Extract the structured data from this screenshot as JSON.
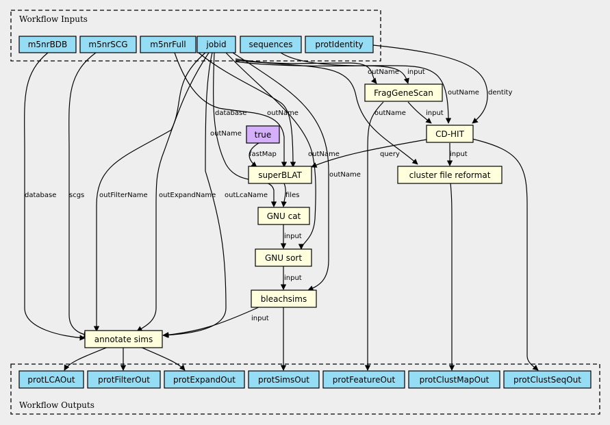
{
  "colors": {
    "background": "#eeeeee",
    "io_fill": "#94ddf4",
    "step_fill": "#ffffdd",
    "constant_fill": "#d5aefc"
  },
  "clusters": {
    "inputs": "Workflow Inputs",
    "outputs": "Workflow Outputs"
  },
  "nodes": {
    "in_m5nrBDB": "m5nrBDB",
    "in_m5nrSCG": "m5nrSCG",
    "in_m5nrFull": "m5nrFull",
    "in_jobid": "jobid",
    "in_sequences": "sequences",
    "in_protIdentity": "protIdentity",
    "fraggenescan": "FragGeneScan",
    "cdhit": "CD-HIT",
    "const_true": "true",
    "superblat": "superBLAT",
    "clusterreformat": "cluster file reformat",
    "gnucat": "GNU cat",
    "gnusort": "GNU sort",
    "bleachsims": "bleachsims",
    "annotatesims": "annotate sims",
    "out_protLCAOut": "protLCAOut",
    "out_protFilterOut": "protFilterOut",
    "out_protExpandOut": "protExpandOut",
    "out_protSimsOut": "protSimsOut",
    "out_protFeatureOut": "protFeatureOut",
    "out_protClustMapOut": "protClustMapOut",
    "out_protClustSeqOut": "protClustSeqOut"
  },
  "edge_labels": {
    "database1": "database",
    "scgs": "scgs",
    "outFilterName": "outFilterName",
    "outExpandName": "outExpandName",
    "outLcaName": "outLcaName",
    "database2": "database",
    "outName_superblat": "outName",
    "outName_gnucat": "outName",
    "outName_gnusort": "outName",
    "outName_bleach": "outName",
    "outName_fgs": "outName",
    "input_fgs": "input",
    "outName_cdhit": "outName",
    "identity_cdhit": "dentity",
    "outName_cfr": "outName",
    "input_cdhit": "input",
    "fastMap": "fastMap",
    "query": "query",
    "input_cfr": "input",
    "files": "files",
    "input_sort": "input",
    "input_bleach": "input",
    "input_annot": "input"
  }
}
